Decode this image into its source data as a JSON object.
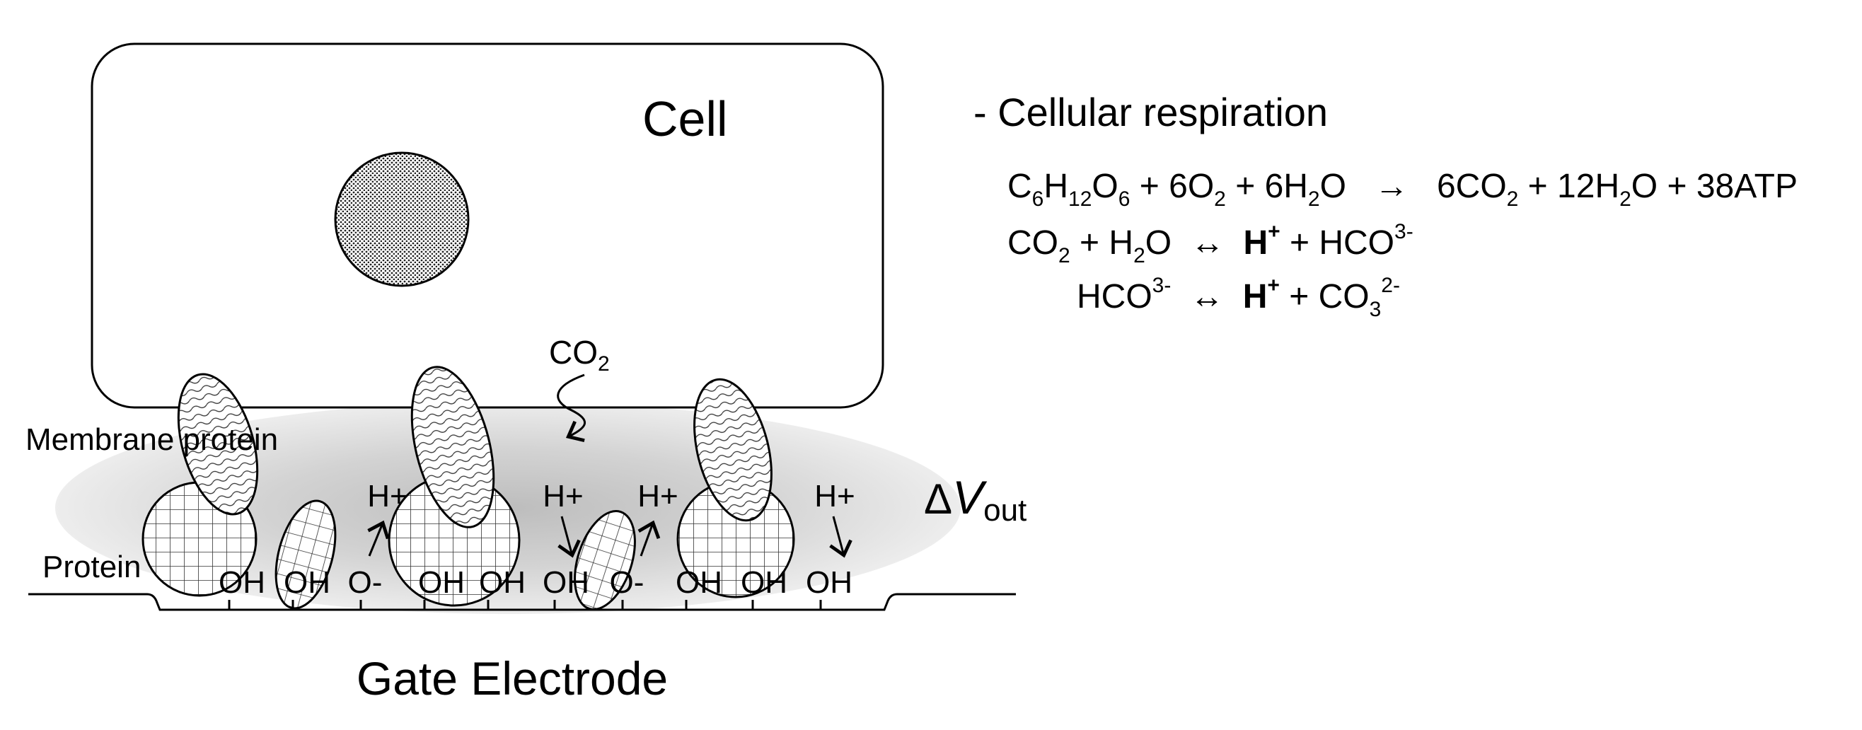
{
  "diagram": {
    "cell_label": "Cell",
    "co2_label": "CO",
    "co2_sub": "2",
    "membrane_protein_label": "Membrane protein",
    "protein_label": "Protein",
    "gate_label": "Gate Electrode",
    "delta_v": {
      "symbol": "Δ",
      "variable": "V",
      "subscript": "out"
    },
    "surface_groups": [
      "OH",
      "OH",
      "O-",
      "OH",
      "OH",
      "OH",
      "O-",
      "OH",
      "OH",
      "OH"
    ],
    "protons": [
      "H+",
      "H+",
      "H+",
      "H+"
    ]
  },
  "equations": {
    "heading": "- Cellular respiration",
    "lines": [
      "C6H12O6 + 6O2 + 6H2O → 6CO2 + 12H2O + 38ATP",
      "CO2 + H2O ↔ H+ + HCO3-",
      "HCO3- ↔ H+ + CO32-"
    ]
  },
  "colors": {
    "stroke": "#000000",
    "halo": "#d9d9d9",
    "background": "#ffffff"
  }
}
